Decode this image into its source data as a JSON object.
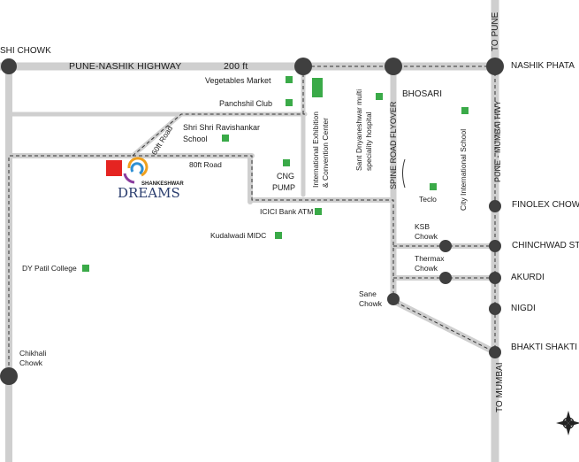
{
  "colors": {
    "road": "#cfcfcf",
    "node": "#3f3f3f",
    "landmark": "#3aaa48",
    "site": "#e52421",
    "dash": "#333333"
  },
  "roads": {
    "pune_nashik_highway": "PUNE-NASHIK HIGHWAY",
    "width_200ft": "200 ft",
    "road_60ft": "60ft Road",
    "road_80ft": "80ft Road",
    "spine_road_flyover": "SPINE ROAD FLYOVER",
    "pune_mumbai_hwy": "PUNE - MUMBAI HWY"
  },
  "places": {
    "nashik_chowk": "SHI CHOWK",
    "nashik_phata": "NASHIK PHATA",
    "to_pune": "TO PUNE",
    "to_mumbai": "TO MUMBAI",
    "bhosari": "BHOSARI",
    "finolex_chowk": "FINOLEX CHOW",
    "chinchwad_station": "CHINCHWAD ST",
    "akurdi": "AKURDI",
    "nigdi": "NIGDI",
    "bhakti_shakti": "BHAKTI SHAKTI",
    "ksb_chowk_1": "KSB",
    "ksb_chowk_2": "Chowk",
    "thermax_chowk_1": "Thermax",
    "thermax_chowk_2": "Chowk",
    "sane_chowk_1": "Sane",
    "sane_chowk_2": "Chowk",
    "chikhali_chowk_1": "Chikhali",
    "chikhali_chowk_2": "Chowk"
  },
  "landmarks": {
    "vegetables_market": "Vegetables Market",
    "panchshil_club": "Panchshil Club",
    "ravishankar_school_1": "Shri Shri Ravishankar",
    "ravishankar_school_2": "School",
    "cng_pump_1": "CNG",
    "cng_pump_2": "PUMP",
    "icici_atm": "ICICI Bank ATM",
    "kudalwadi_midc": "Kudalwadi MIDC",
    "dy_patil_college": "DY Patil College",
    "exhibition_center_1": "International Exhibition",
    "exhibition_center_2": "& Convention Center",
    "sant_hospital_1": "Sant Dnyaneshwar multi",
    "sant_hospital_2": "speciality hospital",
    "teclo": "Teclo",
    "city_school": "City International School"
  },
  "project": {
    "brand": "SHANKESHWAR",
    "name": "DREAMS"
  },
  "icons": {
    "compass": "compass-icon",
    "site": "project-site-marker"
  }
}
